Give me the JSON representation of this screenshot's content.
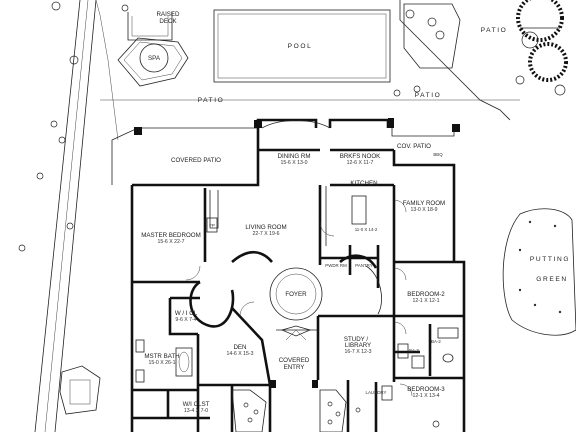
{
  "plan": {
    "rooms": {
      "raised_deck": {
        "name": "RAISED",
        "name2": "DECK"
      },
      "spa": {
        "name": "SPA"
      },
      "pool": {
        "name": "POOL"
      },
      "patio_top_right": {
        "name": "PATIO"
      },
      "patio_center": {
        "name": "PATIO"
      },
      "patio_right": {
        "name": "PATIO"
      },
      "covered_patio": {
        "name": "COVERED PATIO"
      },
      "dining": {
        "name": "DINING RM",
        "dim": "15-6 X 13-0"
      },
      "brkfs_nook": {
        "name": "BRKFS NOOK",
        "dim": "12-6 X 11-7"
      },
      "cov_patio": {
        "name": "COV. PATIO",
        "extra": "BBQ"
      },
      "kitchen": {
        "name": "KITCHEN",
        "dim": "11-0 X 14-2"
      },
      "family_room": {
        "name": "FAMILY ROOM",
        "dim": "13-0 X 18-9"
      },
      "master_bedroom": {
        "name": "MASTER BEDROOM",
        "dim": "15-6 X 22-7"
      },
      "living_room": {
        "name": "LIVING ROOM",
        "dim": "22-7 X 19-6"
      },
      "pwdr_rm": {
        "name": "PWDR RM"
      },
      "pantry": {
        "name": "PANTRY"
      },
      "foyer": {
        "name": "FOYER"
      },
      "bedroom2": {
        "name": "BEDROOM-2",
        "dim": "12-1 X 12-1"
      },
      "wi_cl": {
        "name": "W / I CL",
        "dim": "9-6 X 7-4"
      },
      "study": {
        "name": "STUDY /",
        "name2": "LIBRARY",
        "dim": "16-7 X 12-3"
      },
      "ba2": {
        "name": "BA-2"
      },
      "ba3": {
        "name": "BA-3"
      },
      "den": {
        "name": "DEN",
        "dim": "14-6 X 15-3"
      },
      "mstr_bath": {
        "name": "MSTR BATH",
        "dim": "15-0 X 26-1"
      },
      "covered_entry": {
        "name": "COVERED",
        "name2": "ENTRY"
      },
      "bedroom3": {
        "name": "BEDROOM-3",
        "dim": "12-1 X 13-4"
      },
      "wi_clst": {
        "name": "W/I CLST",
        "dim": "13-4 X 7-0"
      },
      "laundry": {
        "name": "LAUNDRY"
      },
      "putting_green": {
        "name": "PUTTING",
        "name2": "GREEN"
      },
      "fireplace": {
        "name": "FP"
      }
    }
  }
}
